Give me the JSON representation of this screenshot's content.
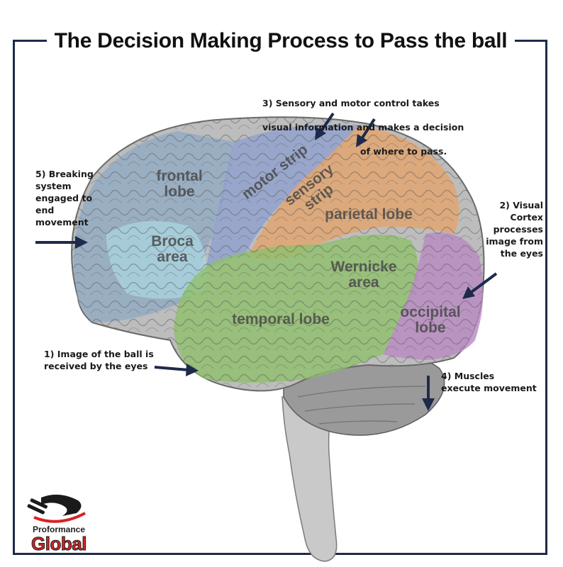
{
  "title": "The Decision Making Process to Pass the ball",
  "notes": {
    "step1": "1) Image of the ball is\nreceived by the eyes",
    "step2": "2) Visual\nCortex\nprocesses\nimage from\nthe eyes",
    "step3_line1": "3) Sensory and motor control takes",
    "step3_line2": "visual information and makes a decision",
    "step3_line3": "of where to pass.",
    "step4": "4) Muscles\nexecute movement",
    "step5": "5) Breaking\nsystem\nengaged to\nend\nmovement"
  },
  "regions": {
    "frontal_lobe": "frontal lobe",
    "broca_area": "Broca area",
    "motor_strip": "motor strip",
    "sensory_strip": "sensory strip",
    "parietal_lobe": "parietal lobe",
    "wernicke_area": "Wernicke area",
    "temporal_lobe": "temporal lobe",
    "occipital_lobe": "occipital lobe"
  },
  "logo": {
    "name": "Proformance",
    "tagline": "Global"
  },
  "colors": {
    "frame": "#1e2a4a",
    "arrow": "#1e2a4a",
    "frontal": "#8fa9c4",
    "broca": "#a9d3df",
    "motor": "#8e9fd0",
    "sensory": "#e4a46c",
    "temporal": "#8fbf6a",
    "occipital": "#b98ac2",
    "logo_red": "#d62323"
  }
}
